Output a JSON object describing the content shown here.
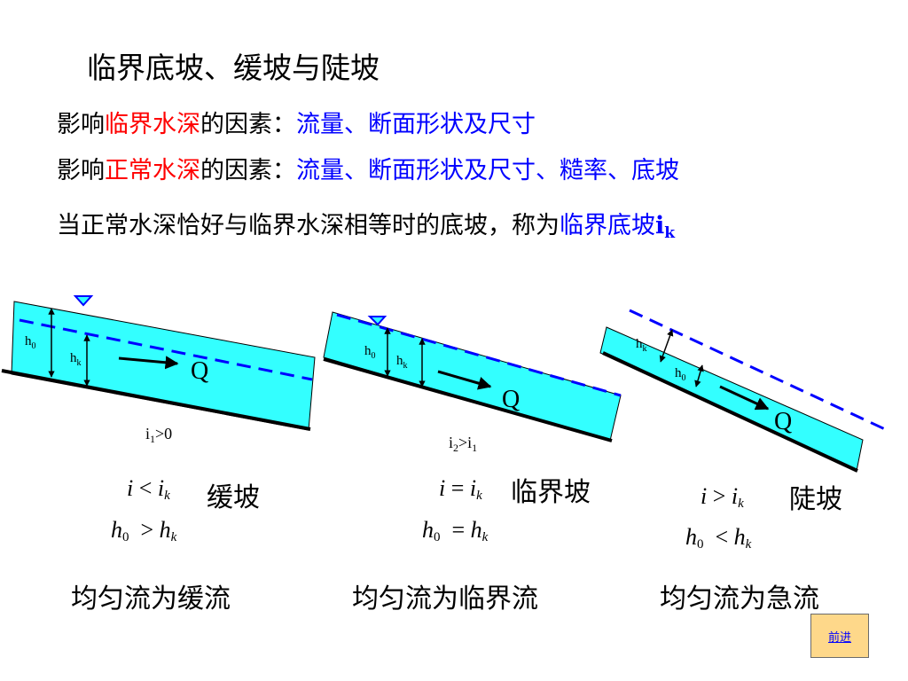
{
  "title": "临界底坡、缓坡与陡坡",
  "line1": {
    "prefix": "影响",
    "highlight": "临界水深",
    "middle": "的因素：",
    "factors": "流量、断面形状及尺寸"
  },
  "line2": {
    "prefix": "影响",
    "highlight": "正常水深",
    "middle": "的因素：",
    "factors": "流量、断面形状及尺寸、糙率、底坡"
  },
  "line3": {
    "text": "当正常水深恰好与临界水深相等时的底坡，称为",
    "highlight": "临界底坡",
    "symbol": "i",
    "symbol_sub": "k"
  },
  "labels": {
    "h0": "h",
    "h0_sub": "0",
    "hk": "h",
    "hk_sub": "k",
    "flow": "Q"
  },
  "slope_labels": {
    "s1": {
      "base": "i",
      "sub": "1",
      "rest": ">0"
    },
    "s2": {
      "base": "i",
      "sub": "2",
      "rest": ">i",
      "sub2": "1"
    }
  },
  "cases": [
    {
      "relation_i": {
        "left": "i",
        "op": "<",
        "right": "i",
        "right_sub": "k"
      },
      "relation_h": {
        "left": "h",
        "left_sub": "0",
        "op": ">",
        "right": "h",
        "right_sub": "k"
      },
      "slope_name": "缓坡",
      "flow_type": "均匀流为缓流"
    },
    {
      "relation_i": {
        "left": "i",
        "op": "=",
        "right": "i",
        "right_sub": "k"
      },
      "relation_h": {
        "left": "h",
        "left_sub": "0",
        "op": "=",
        "right": "h",
        "right_sub": "k"
      },
      "slope_name": "临界坡",
      "flow_type": "均匀流为临界流"
    },
    {
      "relation_i": {
        "left": "i",
        "op": ">",
        "right": "i",
        "right_sub": "k"
      },
      "relation_h": {
        "left": "h",
        "left_sub": "0",
        "op": "<",
        "right": "h",
        "right_sub": "k"
      },
      "slope_name": "陡坡",
      "flow_type": "均匀流为急流"
    }
  ],
  "nav": {
    "next_label": "前进"
  },
  "colors": {
    "water": "#33ffff",
    "dashed_line": "#0000ff",
    "highlight_red": "#ff0000",
    "highlight_blue": "#0000ff",
    "button_bg": "#fed88a"
  }
}
